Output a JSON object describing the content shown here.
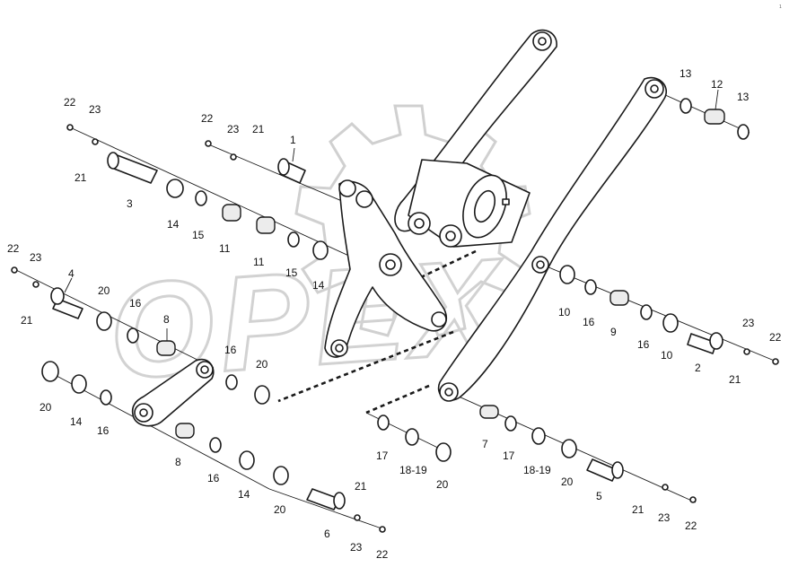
{
  "watermark": {
    "text": "OPEX"
  },
  "corner_mark": "1",
  "callouts": {
    "c22a": "22",
    "c23a": "23",
    "c21a": "21",
    "c3": "3",
    "c22b": "22",
    "c23b": "23",
    "c21b": "21",
    "c1": "1",
    "c14a": "14",
    "c15a": "15",
    "c11a": "11",
    "c11b": "11",
    "c15b": "15",
    "c14b": "14",
    "c22c": "22",
    "c23c": "23",
    "c4": "4",
    "c21c": "21",
    "c20a": "20",
    "c16a": "16",
    "c8a": "8",
    "c20b": "20",
    "c14c": "14",
    "c16b": "16",
    "c16c": "16",
    "c20c": "20",
    "c8b": "8",
    "c16d": "16",
    "c14d": "14",
    "c20d": "20",
    "c21d": "21",
    "c6": "6",
    "c23d": "23",
    "c22d": "22",
    "c13a": "13",
    "c12": "12",
    "c13b": "13",
    "c10a": "10",
    "c16e": "16",
    "c9": "9",
    "c16f": "16",
    "c10b": "10",
    "c23e": "23",
    "c22e": "22",
    "c2": "2",
    "c21e": "21",
    "c17a": "17",
    "c1819a": "18-19",
    "c20e": "20",
    "c7": "7",
    "c17b": "17",
    "c1819b": "18-19",
    "c20f": "20",
    "c5": "5",
    "c21f": "21",
    "c23f": "23",
    "c22f": "22"
  }
}
